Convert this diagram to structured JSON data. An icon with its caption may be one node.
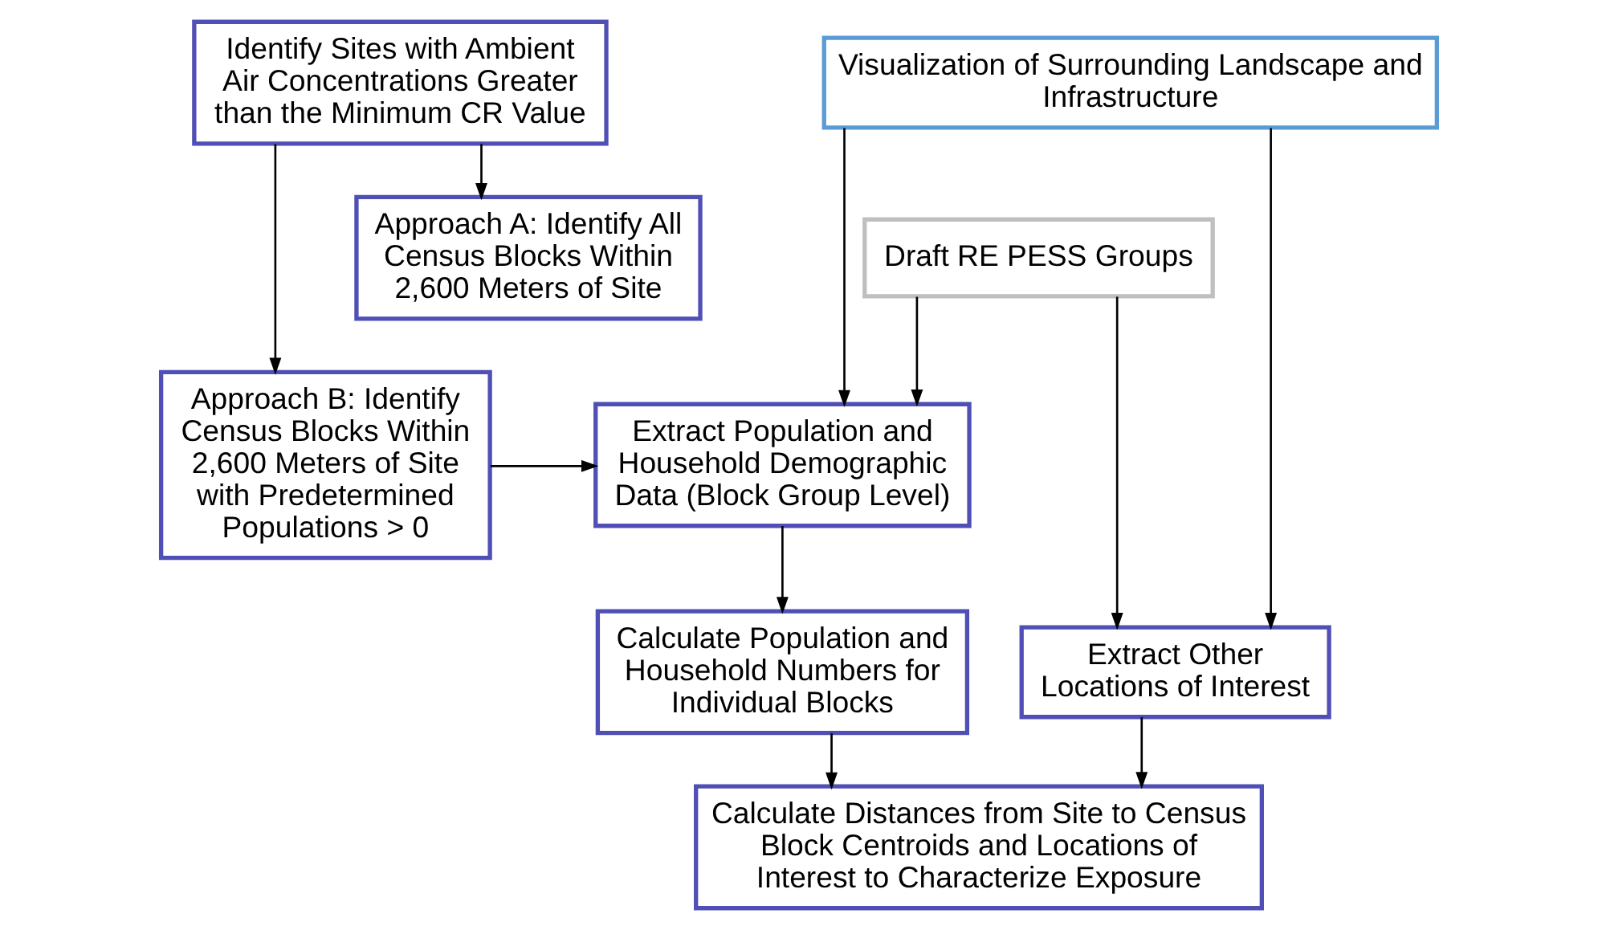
{
  "diagram": {
    "nodes": [
      {
        "text": [
          "Identify Sites with Ambient Air Concentrations Greater than the Minimum CR Value"
        ]
      },
      {
        "text": [
          "Approach A: Identify All Census Blocks Within 2,600 Meters of Site"
        ]
      },
      {
        "text": [
          "Approach B: Identify Census Blocks Within 2,600 Meters of Site with Predetermined Populations > 0"
        ]
      },
      {
        "text": [
          "Visualization of Surrounding Landscape and Infrastructure"
        ]
      },
      {
        "text": [
          "Draft RE PESS Groups"
        ]
      },
      {
        "text": [
          "Extract Population and Household Demographic Data (Block Group Level)"
        ]
      },
      {
        "text": [
          "Calculate Population and Household Numbers for Individual Blocks"
        ]
      },
      {
        "text": [
          "Extract Other Locations of Interest"
        ]
      },
      {
        "text": [
          "Calculate Distances from Site to Census Block Centroids and Locations of Interest to Characterize Exposure"
        ]
      }
    ],
    "edges": [
      {
        "from": 0,
        "to": 1,
        "arrow": "to"
      },
      {
        "from": 0,
        "to": 2,
        "arrow": "to"
      },
      {
        "from": 2,
        "to": 5,
        "arrow": "to"
      },
      {
        "from": 3,
        "to": 5,
        "arrow": "to"
      },
      {
        "from": 4,
        "to": 5,
        "arrow": "to"
      },
      {
        "from": 4,
        "to": 7,
        "arrow": "to"
      },
      {
        "from": 3,
        "to": 7,
        "arrow": "to"
      },
      {
        "from": 5,
        "to": 6,
        "arrow": "to"
      },
      {
        "from": 6,
        "to": 8,
        "arrow": "to"
      },
      {
        "from": 7,
        "to": 8,
        "arrow": "to"
      }
    ]
  }
}
